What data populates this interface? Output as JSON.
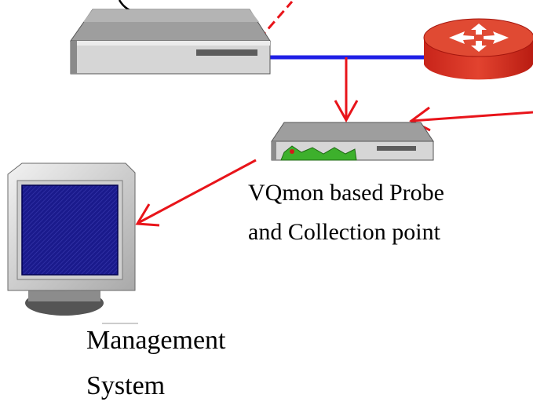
{
  "probe_label": {
    "line1": "VQmon based Probe",
    "line2": "and Collection point"
  },
  "management_label": {
    "line1": "Management",
    "line2": "System"
  },
  "colors": {
    "link_blue": "#1f1fe6",
    "arrow_red": "#e8141a",
    "router_red": "#d7301e",
    "monitor_screen": "#1a1a8c",
    "device_body": "#c8c8c8",
    "probe_graph_green": "#3db02c"
  },
  "icons": [
    "server-icon",
    "router-icon",
    "probe-device-icon",
    "monitor-icon"
  ]
}
